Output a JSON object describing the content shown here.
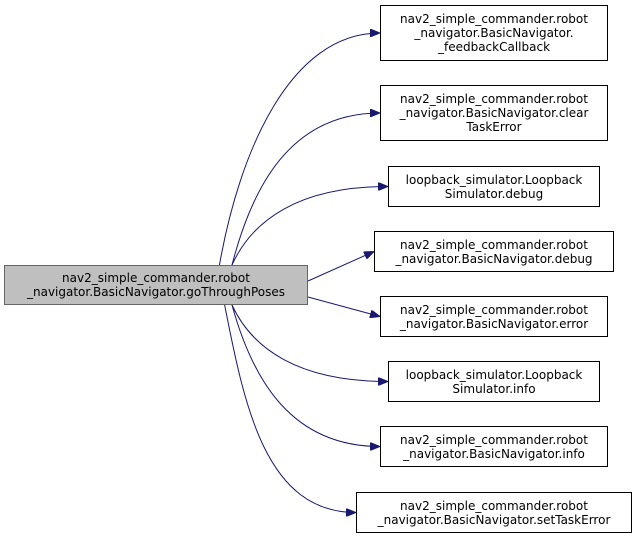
{
  "colors": {
    "edge": "#191970",
    "root_fill": "#bfbfbf",
    "node_fill": "#ffffff",
    "border": "#000000"
  },
  "root": {
    "id": "root",
    "label": "nav2_simple_commander.robot\n_navigator.BasicNavigator.goThroughPoses"
  },
  "targets": [
    {
      "id": "t1",
      "label": "nav2_simple_commander.robot\n_navigator.BasicNavigator.\n_feedbackCallback"
    },
    {
      "id": "t2",
      "label": "nav2_simple_commander.robot\n_navigator.BasicNavigator.clear\nTaskError"
    },
    {
      "id": "t3",
      "label": "loopback_simulator.Loopback\nSimulator.debug"
    },
    {
      "id": "t4",
      "label": "nav2_simple_commander.robot\n_navigator.BasicNavigator.debug"
    },
    {
      "id": "t5",
      "label": "nav2_simple_commander.robot\n_navigator.BasicNavigator.error"
    },
    {
      "id": "t6",
      "label": "loopback_simulator.Loopback\nSimulator.info"
    },
    {
      "id": "t7",
      "label": "nav2_simple_commander.robot\n_navigator.BasicNavigator.info"
    },
    {
      "id": "t8",
      "label": "nav2_simple_commander.robot\n_navigator.BasicNavigator.setTaskError"
    }
  ],
  "edges": [
    {
      "from": "root",
      "to": "t1"
    },
    {
      "from": "root",
      "to": "t2"
    },
    {
      "from": "root",
      "to": "t3"
    },
    {
      "from": "root",
      "to": "t4"
    },
    {
      "from": "root",
      "to": "t5"
    },
    {
      "from": "root",
      "to": "t6"
    },
    {
      "from": "root",
      "to": "t7"
    },
    {
      "from": "root",
      "to": "t8"
    }
  ]
}
